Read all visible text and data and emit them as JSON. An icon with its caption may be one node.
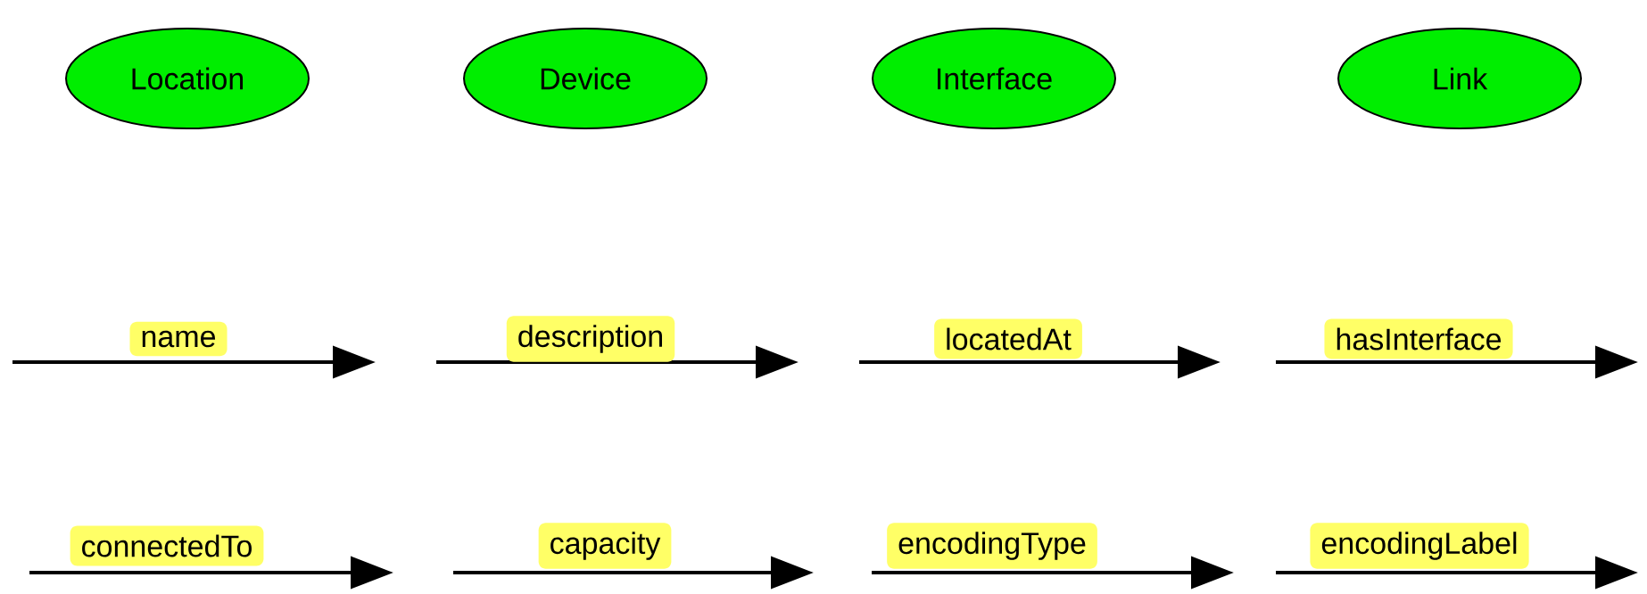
{
  "diagram": {
    "nodes": [
      {
        "text": [
          "Location"
        ]
      },
      {
        "text": [
          "Device"
        ]
      },
      {
        "text": [
          "Interface"
        ]
      },
      {
        "text": [
          "Link"
        ]
      },
      {
        "text": [
          "name"
        ]
      },
      {
        "text": [
          "description"
        ]
      },
      {
        "text": [
          "locatedAt"
        ]
      },
      {
        "text": [
          "hasInterface"
        ]
      },
      {
        "text": [
          "connectedTo"
        ]
      },
      {
        "text": [
          "capacity"
        ]
      },
      {
        "text": [
          "encodingType"
        ]
      },
      {
        "text": [
          "encodingLabel"
        ]
      }
    ]
  }
}
